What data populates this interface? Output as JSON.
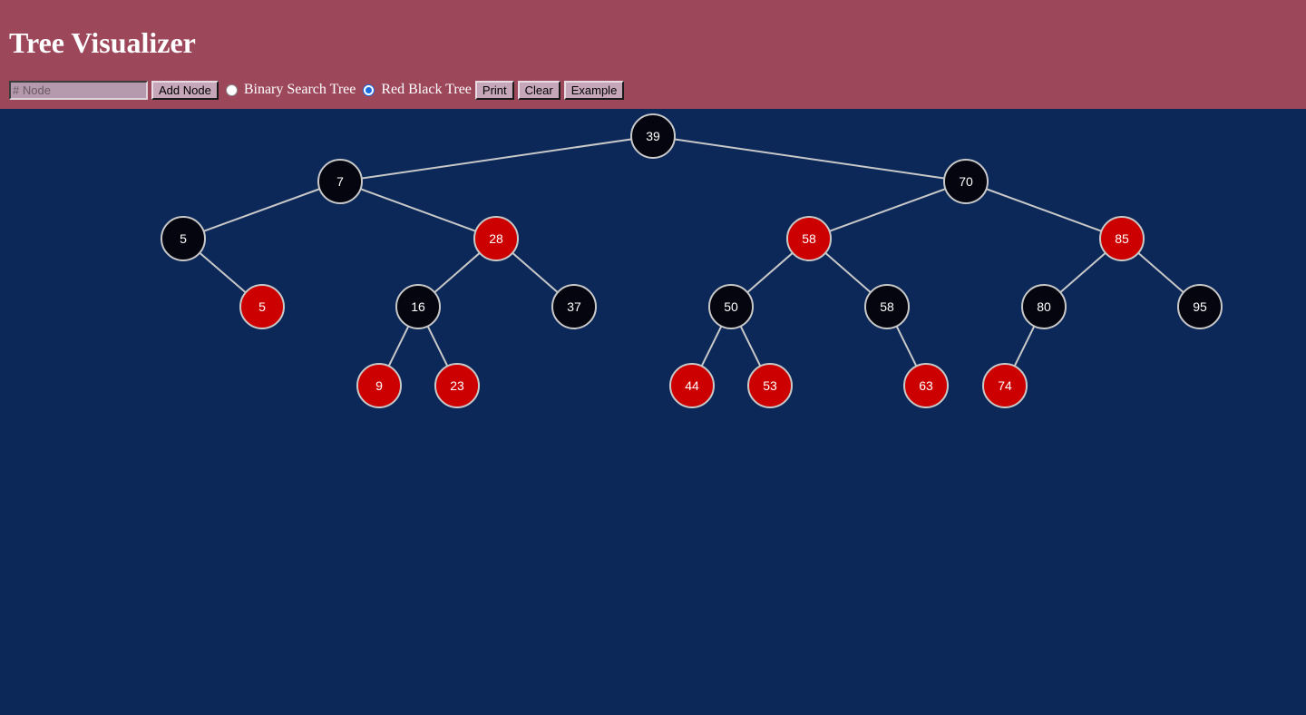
{
  "header": {
    "title": "Tree Visualizer"
  },
  "controls": {
    "input_placeholder": "# Node",
    "add_label": "Add Node",
    "radio_bst_label": "Binary Search Tree",
    "radio_rbt_label": "Red Black Tree",
    "selected_tree_type": "Red Black Tree",
    "print_label": "Print",
    "clear_label": "Clear",
    "example_label": "Example"
  },
  "colors": {
    "header_bg": "#9d475b",
    "canvas_bg": "#0b2859",
    "black_node": "#05050f",
    "red_node": "#cc0000",
    "edge": "#c8c8c8"
  },
  "tree": {
    "nodes": [
      {
        "id": "n39",
        "value": "39",
        "color": "black"
      },
      {
        "id": "n7",
        "value": "7",
        "color": "black"
      },
      {
        "id": "n70",
        "value": "70",
        "color": "black"
      },
      {
        "id": "n5a",
        "value": "5",
        "color": "black"
      },
      {
        "id": "n28",
        "value": "28",
        "color": "red"
      },
      {
        "id": "n58a",
        "value": "58",
        "color": "red"
      },
      {
        "id": "n85",
        "value": "85",
        "color": "red"
      },
      {
        "id": "n5b",
        "value": "5",
        "color": "red"
      },
      {
        "id": "n16",
        "value": "16",
        "color": "black"
      },
      {
        "id": "n37",
        "value": "37",
        "color": "black"
      },
      {
        "id": "n50",
        "value": "50",
        "color": "black"
      },
      {
        "id": "n58b",
        "value": "58",
        "color": "black"
      },
      {
        "id": "n80",
        "value": "80",
        "color": "black"
      },
      {
        "id": "n95",
        "value": "95",
        "color": "black"
      },
      {
        "id": "n9",
        "value": "9",
        "color": "red"
      },
      {
        "id": "n23",
        "value": "23",
        "color": "red"
      },
      {
        "id": "n44",
        "value": "44",
        "color": "red"
      },
      {
        "id": "n53",
        "value": "53",
        "color": "red"
      },
      {
        "id": "n63",
        "value": "63",
        "color": "red"
      },
      {
        "id": "n74",
        "value": "74",
        "color": "red"
      }
    ],
    "edges": [
      [
        "n39",
        "n7"
      ],
      [
        "n39",
        "n70"
      ],
      [
        "n7",
        "n5a"
      ],
      [
        "n7",
        "n28"
      ],
      [
        "n70",
        "n58a"
      ],
      [
        "n70",
        "n85"
      ],
      [
        "n5a",
        "n5b"
      ],
      [
        "n28",
        "n16"
      ],
      [
        "n28",
        "n37"
      ],
      [
        "n58a",
        "n50"
      ],
      [
        "n58a",
        "n58b"
      ],
      [
        "n85",
        "n80"
      ],
      [
        "n85",
        "n95"
      ],
      [
        "n16",
        "n9"
      ],
      [
        "n16",
        "n23"
      ],
      [
        "n50",
        "n44"
      ],
      [
        "n50",
        "n53"
      ],
      [
        "n58b",
        "n63"
      ],
      [
        "n80",
        "n74"
      ]
    ]
  }
}
